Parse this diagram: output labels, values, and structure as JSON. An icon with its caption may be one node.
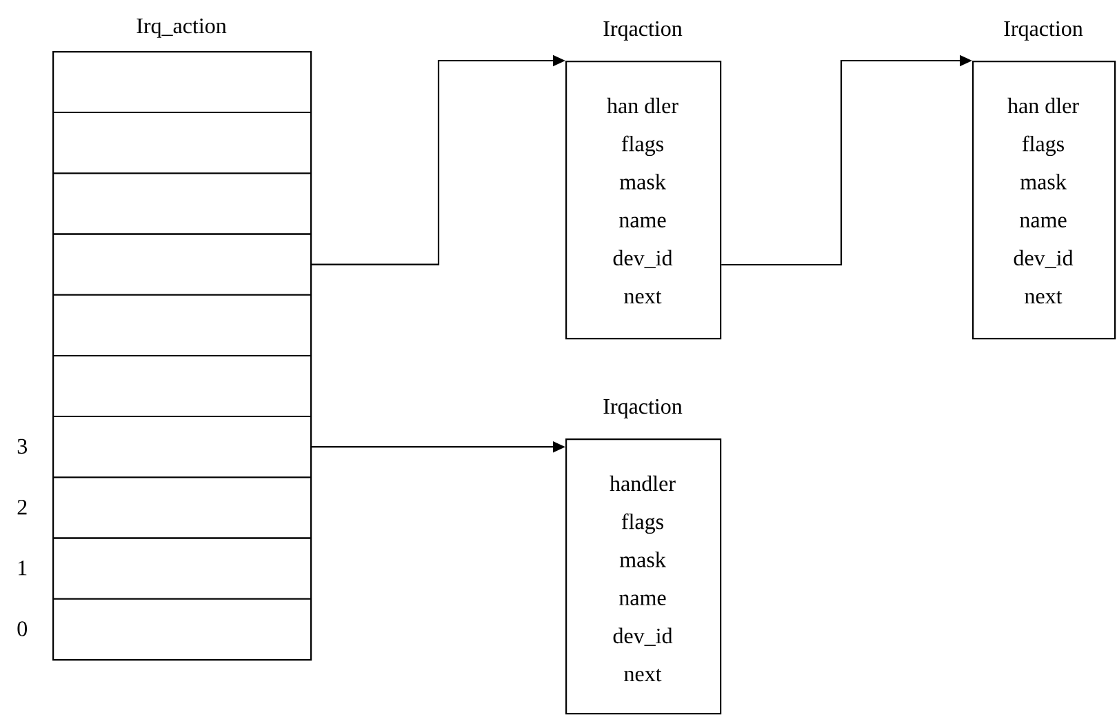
{
  "diagram": {
    "nodes": [
      {
        "text": [
          "Irq_action"
        ]
      },
      {
        "text": [],
        "shape": "box",
        "in": 0
      },
      {
        "text": [],
        "shape": "box",
        "in": 0
      },
      {
        "text": [],
        "shape": "box",
        "in": 0
      },
      {
        "text": [],
        "shape": "box",
        "in": 0
      },
      {
        "text": [],
        "shape": "box",
        "in": 0
      },
      {
        "text": [],
        "shape": "box",
        "in": 0
      },
      {
        "text": [],
        "shape": "box",
        "in": 0,
        "beside": [
          "3"
        ]
      },
      {
        "text": [],
        "shape": "box",
        "in": 0,
        "beside": [
          "2"
        ]
      },
      {
        "text": [],
        "shape": "box",
        "in": 0,
        "beside": [
          "1"
        ]
      },
      {
        "text": [],
        "shape": "box",
        "in": 0,
        "beside": [
          "0"
        ]
      },
      {
        "text": [
          "Irqaction",
          "han dler",
          "flags",
          "mask",
          "name",
          "dev_id",
          "next"
        ]
      },
      {
        "text": [
          "Irqaction",
          "han dler",
          "flags",
          "mask",
          "name",
          "dev_id",
          "next"
        ]
      },
      {
        "text": [
          "Irqaction",
          "handler",
          "flags",
          "mask",
          "name",
          "dev_id",
          "next"
        ]
      }
    ],
    "edges": [
      {
        "from": 4,
        "to": 11,
        "arrow": "to"
      },
      {
        "from": 11,
        "to": 12,
        "arrow": "to"
      },
      {
        "from": 7,
        "to": 13,
        "arrow": "to"
      }
    ]
  }
}
